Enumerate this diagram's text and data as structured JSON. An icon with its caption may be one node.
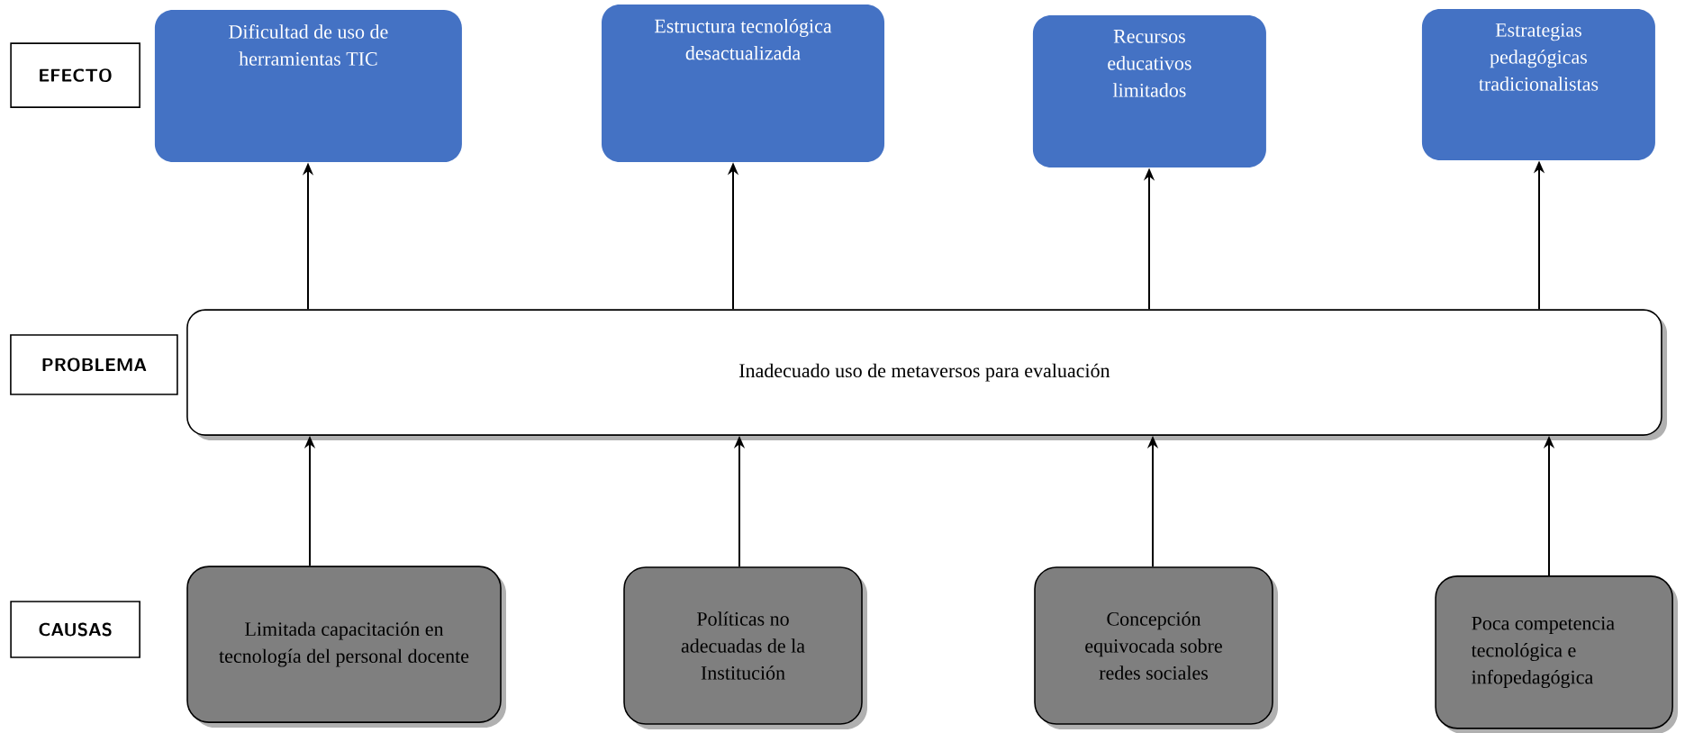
{
  "diagram": {
    "nodes": [
      {
        "text": [
          "EFECTO"
        ]
      },
      {
        "text": [
          "Dificultad de uso de herramientas TIC"
        ]
      },
      {
        "text": [
          "Estructura tecnológica desactualizada"
        ]
      },
      {
        "text": [
          "Recursos educativos limitados"
        ]
      },
      {
        "text": [
          "Estrategias pedagógicas tradicionalistas"
        ]
      },
      {
        "text": [
          "PROBLEMA"
        ]
      },
      {
        "text": [
          "Inadecuado uso de metaversos para evaluación"
        ]
      },
      {
        "text": [
          "CAUSAS"
        ]
      },
      {
        "text": [
          "Limitada capacitación en tecnología del personal docente"
        ]
      },
      {
        "text": [
          "Políticas no adecuadas de la Institución"
        ]
      },
      {
        "text": [
          "Concepción equivocada sobre redes sociales"
        ]
      },
      {
        "text": [
          "Poca competencia tecnológica e infopedagógica"
        ]
      }
    ],
    "edges": [
      {
        "from": 6,
        "to": 1,
        "arrow": "to"
      },
      {
        "from": 6,
        "to": 2,
        "arrow": "to"
      },
      {
        "from": 6,
        "to": 3,
        "arrow": "to"
      },
      {
        "from": 6,
        "to": 4,
        "arrow": "to"
      },
      {
        "from": 8,
        "to": 6,
        "arrow": "to"
      },
      {
        "from": 9,
        "to": 6,
        "arrow": "to"
      },
      {
        "from": 10,
        "to": 6,
        "arrow": "to"
      },
      {
        "from": 11,
        "to": 6,
        "arrow": "to"
      }
    ]
  }
}
